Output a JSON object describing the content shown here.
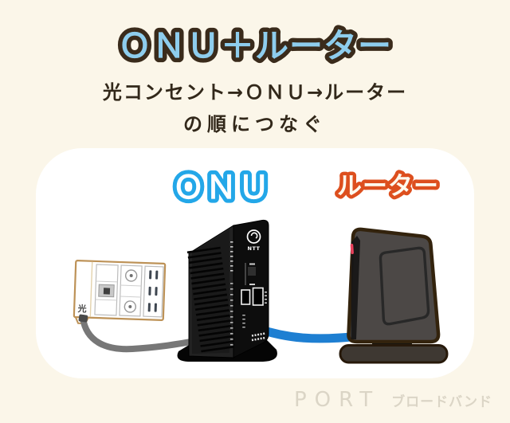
{
  "page": {
    "background_color": "#FBF6E9"
  },
  "title": {
    "text": "ＯＮＵ＋ルーター",
    "fill_color": "#8ECDED",
    "outline_color": "#3A2B1B"
  },
  "subtitle": {
    "line1": "光コンセント→ＯＮＵ→ルーター",
    "line2": "の順につなぐ",
    "color": "#32281A"
  },
  "diagram": {
    "onu_label": {
      "text": "ＯＮＵ",
      "fill_color": "#FFFFFF",
      "outline_color": "#23A7E8"
    },
    "router_label": {
      "text": "ルーター",
      "fill_color": "#FDF9EE",
      "outline_color": "#DD4F1E"
    },
    "outlet": {
      "optical_port_label": "光"
    },
    "onu_device": {
      "brand_text": "NTT"
    },
    "cables": {
      "optical_cable_color": "#777777",
      "lan_cable_color": "#1E7FD2"
    }
  },
  "footer": {
    "brand": "PORT",
    "brand_suffix": "ブロードバンド",
    "color": "#DBD5C6"
  }
}
